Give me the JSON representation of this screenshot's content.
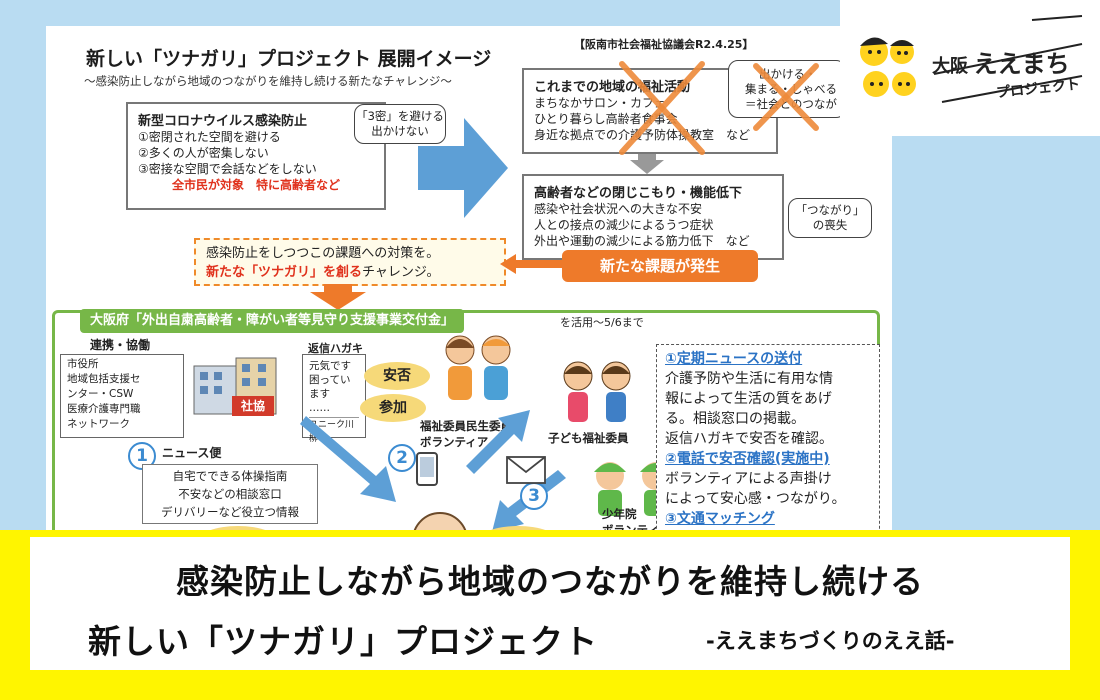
{
  "document": {
    "title": "新しい「ツナガリ」プロジェクト 展開イメージ",
    "subtitle": "〜感染防止しながら地域のつながりを維持し続ける新たなチャレンジ〜",
    "source": "【阪南市社会福祉協議会R2.4.25】",
    "corona_box": {
      "title": "新型コロナウイルス感染防止",
      "items": [
        "①密閉された空間を避ける",
        "②多くの人が密集しない",
        "③密接な空間で会話などをしない"
      ],
      "emphasis": "全市民が対象　特に高齢者など"
    },
    "bubble_3mitsu": [
      "「3密」を避ける",
      "出かけない"
    ],
    "past_box": {
      "title": "これまでの地域の福祉活動",
      "items": [
        "まちなかサロン・カフェ",
        "ひとり暮らし高齢者食事会",
        "身近な拠点での介護予防体操教室　など"
      ]
    },
    "bubble_outing": [
      "出かける・",
      "集まる・しゃべる",
      "＝社会とのつなが"
    ],
    "decline_box": {
      "title": "高齢者などの閉じこもり・機能低下",
      "items": [
        "感染や社会状況への大きな不安",
        "人との接点の減少によるうつ症状",
        "外出や運動の減少による筋力低下　など"
      ]
    },
    "bubble_loss": [
      "「つながり」",
      "の喪失"
    ],
    "new_issue": "新たな課題が発生",
    "challenge": {
      "line1": "感染防止をしつつこの課題への対策を。",
      "line2_red": "新たな「ツナガリ」を創る",
      "line2_rest": "チャレンジ。"
    },
    "grant_banner": {
      "main": "大阪府「外出自粛高齢者・障がい者等見守り支援事業交付金」",
      "suffix": "を活用〜5/6まで"
    },
    "network": {
      "title": "連携・協働",
      "items": [
        "市役所",
        "地域包括支援セ",
        "ンター・CSW",
        "医療介護専門職",
        "ネットワーク"
      ]
    },
    "shakyo_label": "社協",
    "postcard": {
      "title": "返信ハガキ",
      "lines": [
        "元気です",
        "困ってい",
        "ます"
      ],
      "dots": "……",
      "footer": "ユニーク川柳"
    },
    "ellipse_labels": [
      "安否",
      "参加"
    ],
    "circles": [
      "1",
      "2",
      "3"
    ],
    "news_mail": {
      "title": "ニュース便",
      "items": [
        "自宅でできる体操指南",
        "不安などの相談窓口",
        "デリバリーなど役立つ情報"
      ]
    },
    "people": {
      "welfare": [
        "福祉委員民生委員",
        "ボランティア"
      ],
      "child": "子ども福祉委員",
      "boys": [
        "少年院",
        "ボランティア"
      ]
    },
    "news_panel": [
      {
        "type": "head",
        "text": "①定期ニュースの送付"
      },
      {
        "type": "body",
        "text": "介護予防や生活に有用な情"
      },
      {
        "type": "body",
        "text": "報によって生活の質をあげ"
      },
      {
        "type": "body",
        "text": "る。相談窓口の掲載。"
      },
      {
        "type": "body",
        "text": "返信ハガキで安否を確認。"
      },
      {
        "type": "head",
        "text": "②電話で安否確認(実施中)"
      },
      {
        "type": "body",
        "text": "ボランティアによる声掛け"
      },
      {
        "type": "body",
        "text": "によって安心感・つながり。"
      },
      {
        "type": "head",
        "text": "③文通マッチング"
      }
    ]
  },
  "logo": {
    "line1": "大阪",
    "line2": "ええまち",
    "line3": "プロジェクト"
  },
  "headline": {
    "line1": "感染防止しながら地域のつながりを維持し続ける",
    "line2": "新しい「ツナガリ」プロジェクト",
    "tag": "-ええまちづくりのええ話-"
  },
  "colors": {
    "background_blue": "#b9dcf2",
    "band_yellow": "#fff500",
    "accent_orange": "#ee7a2a",
    "accent_green": "#77b748",
    "accent_blue": "#3b8bd1",
    "emphasis_red": "#e0321d"
  },
  "icons": [
    "building-icon",
    "envelope-icon",
    "phone-icon",
    "cross-mark-icon",
    "arrow-right-icon",
    "arrow-down-icon"
  ]
}
